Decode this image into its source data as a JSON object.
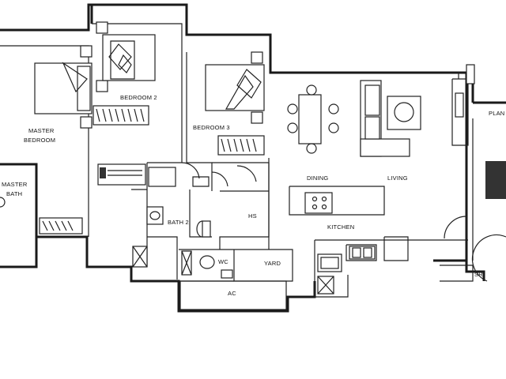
{
  "rooms": {
    "master_bedroom": [
      "MASTER",
      "BEDROOM"
    ],
    "master_bath": [
      "MASTER",
      "BATH"
    ],
    "bedroom_2": "BEDROOM 2",
    "bedroom_3": "BEDROOM 3",
    "bath_2": "BATH 2",
    "wc": "WC",
    "yard": "YARD",
    "hs": "HS",
    "ac": "AC",
    "dining": "DINING",
    "living": "LIVING",
    "kitchen": "KITCHEN",
    "planter": "PLAN",
    "sr": "SR"
  }
}
